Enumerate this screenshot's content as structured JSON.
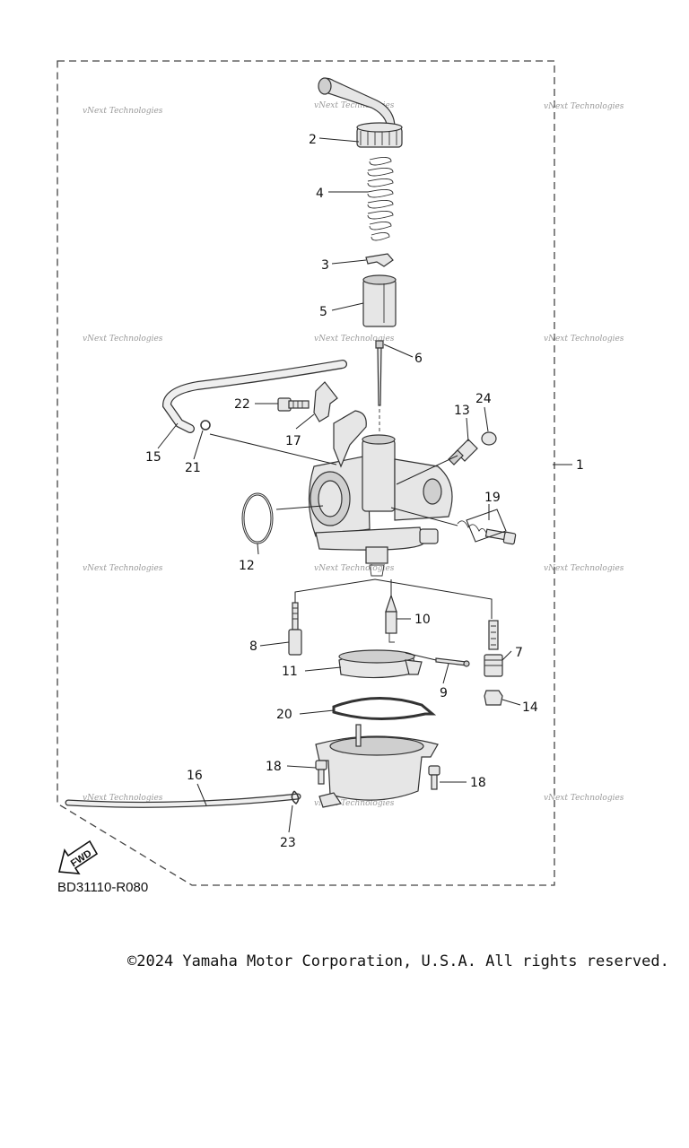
{
  "diagram": {
    "code": "BD31110-R080",
    "fwd_label": "FWD",
    "watermark": "vNext Technologies",
    "callouts": [
      "1",
      "2",
      "3",
      "4",
      "5",
      "6",
      "7",
      "8",
      "9",
      "10",
      "11",
      "12",
      "13",
      "14",
      "15",
      "16",
      "17",
      "18",
      "18",
      "19",
      "20",
      "21",
      "22",
      "23",
      "24"
    ]
  },
  "footer": {
    "copyright": "©2024 Yamaha Motor Corporation, U.S.A. All rights reserved."
  }
}
